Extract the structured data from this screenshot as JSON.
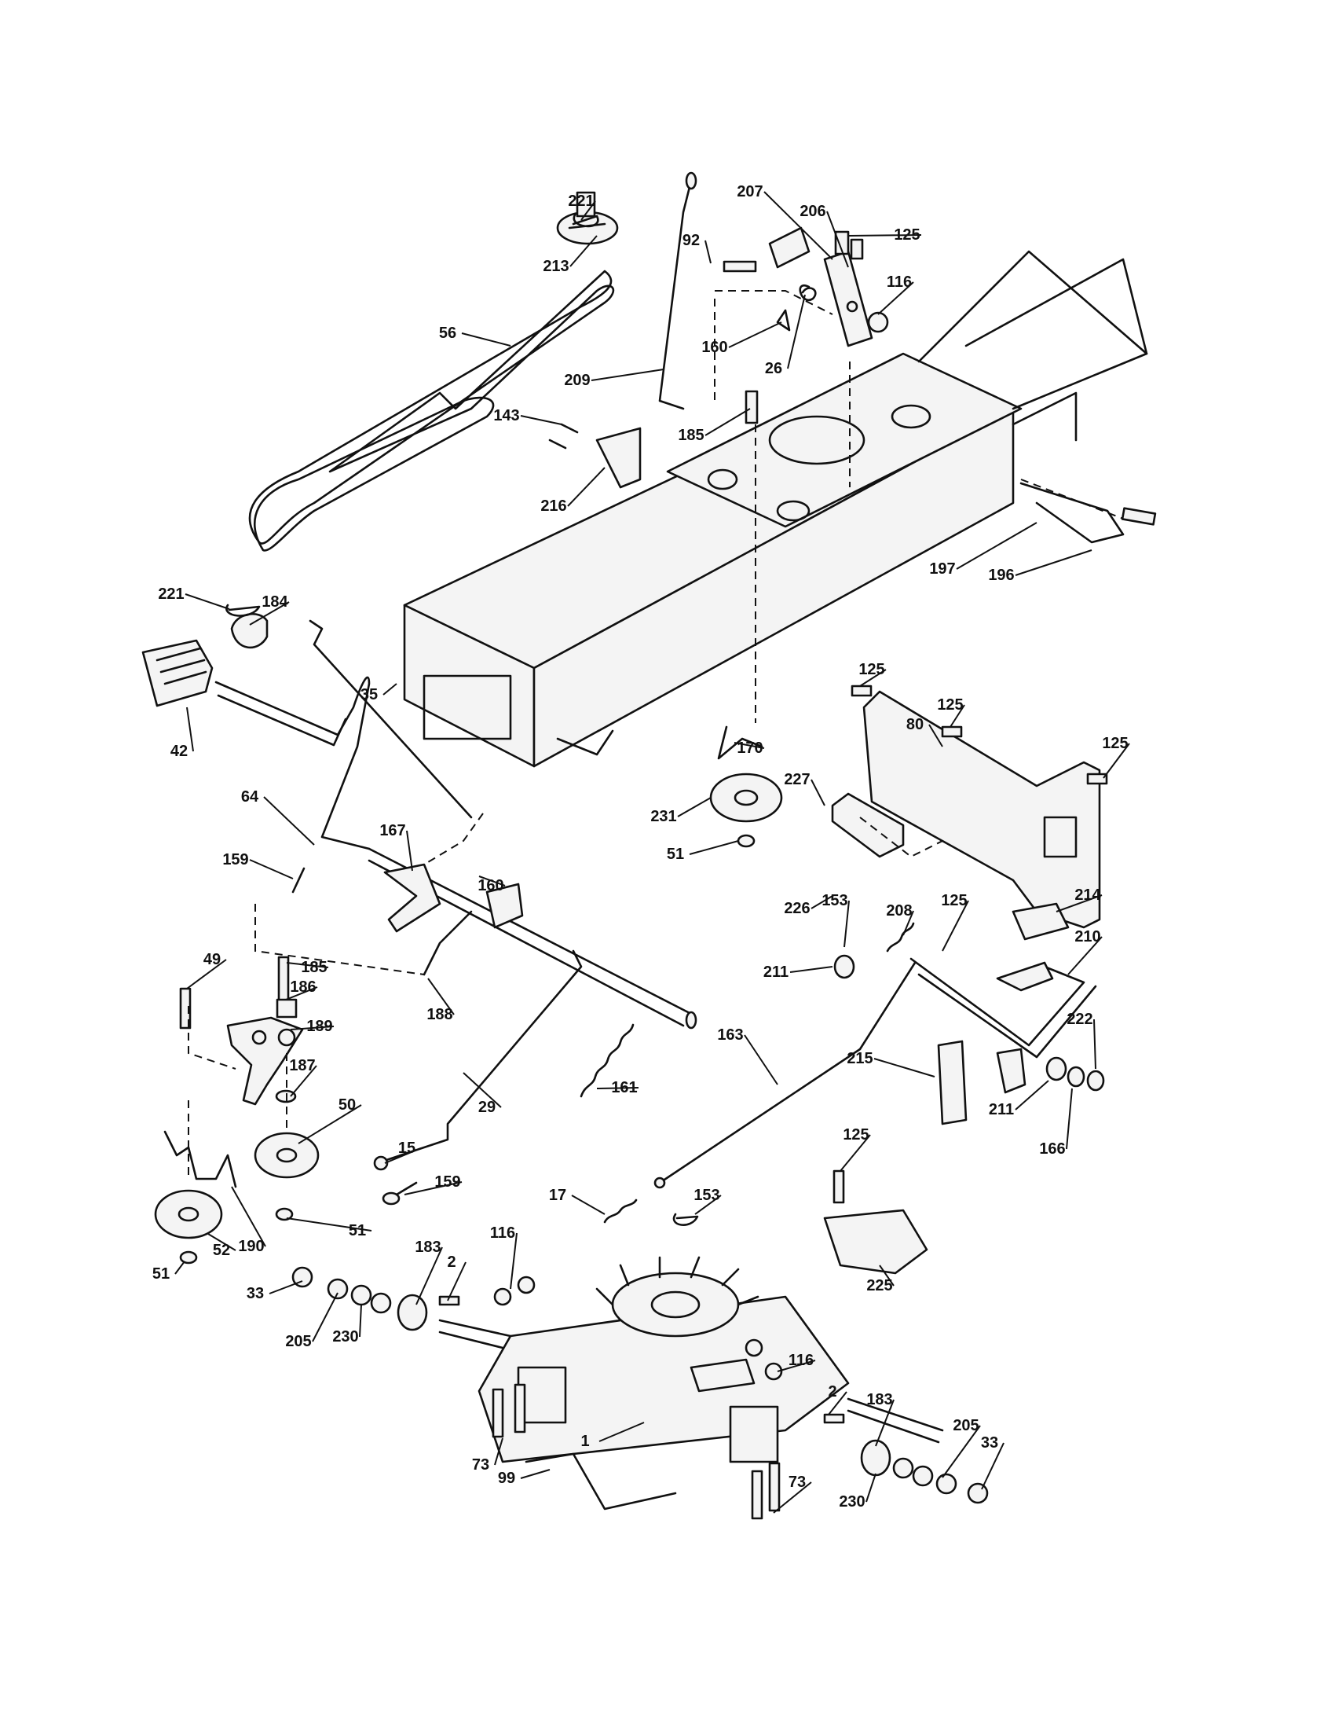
{
  "callouts": [
    {
      "id": "c1",
      "label": "221"
    },
    {
      "id": "c2",
      "label": "213"
    },
    {
      "id": "c3",
      "label": "56"
    },
    {
      "id": "c4",
      "label": "92"
    },
    {
      "id": "c5",
      "label": "207"
    },
    {
      "id": "c6",
      "label": "206"
    },
    {
      "id": "c7",
      "label": "125"
    },
    {
      "id": "c8",
      "label": "116"
    },
    {
      "id": "c9",
      "label": "160"
    },
    {
      "id": "c10",
      "label": "26"
    },
    {
      "id": "c11",
      "label": "209"
    },
    {
      "id": "c12",
      "label": "143"
    },
    {
      "id": "c13",
      "label": "185"
    },
    {
      "id": "c14",
      "label": "216"
    },
    {
      "id": "c15",
      "label": "197"
    },
    {
      "id": "c16",
      "label": "196"
    },
    {
      "id": "c17",
      "label": "221"
    },
    {
      "id": "c18",
      "label": "184"
    },
    {
      "id": "c19",
      "label": "35"
    },
    {
      "id": "c20",
      "label": "42"
    },
    {
      "id": "c21",
      "label": "125"
    },
    {
      "id": "c22",
      "label": "125"
    },
    {
      "id": "c23",
      "label": "80"
    },
    {
      "id": "c24",
      "label": "125"
    },
    {
      "id": "c25",
      "label": "170"
    },
    {
      "id": "c26",
      "label": "227"
    },
    {
      "id": "c27",
      "label": "231"
    },
    {
      "id": "c28",
      "label": "64"
    },
    {
      "id": "c29",
      "label": "167"
    },
    {
      "id": "c30",
      "label": "160"
    },
    {
      "id": "c31",
      "label": "51"
    },
    {
      "id": "c32",
      "label": "226"
    },
    {
      "id": "c33",
      "label": "159"
    },
    {
      "id": "c34",
      "label": "49"
    },
    {
      "id": "c35",
      "label": "185"
    },
    {
      "id": "c36",
      "label": "186"
    },
    {
      "id": "c37",
      "label": "188"
    },
    {
      "id": "c38",
      "label": "189"
    },
    {
      "id": "c39",
      "label": "187"
    },
    {
      "id": "c40",
      "label": "153"
    },
    {
      "id": "c41",
      "label": "208"
    },
    {
      "id": "c42",
      "label": "125"
    },
    {
      "id": "c43",
      "label": "214"
    },
    {
      "id": "c44",
      "label": "210"
    },
    {
      "id": "c45",
      "label": "211"
    },
    {
      "id": "c46",
      "label": "222"
    },
    {
      "id": "c47",
      "label": "163"
    },
    {
      "id": "c48",
      "label": "161"
    },
    {
      "id": "c49",
      "label": "215"
    },
    {
      "id": "c50",
      "label": "211"
    },
    {
      "id": "c51",
      "label": "166"
    },
    {
      "id": "c52",
      "label": "50"
    },
    {
      "id": "c53",
      "label": "29"
    },
    {
      "id": "c54",
      "label": "15"
    },
    {
      "id": "c55",
      "label": "159"
    },
    {
      "id": "c56",
      "label": "125"
    },
    {
      "id": "c57",
      "label": "17"
    },
    {
      "id": "c58",
      "label": "153"
    },
    {
      "id": "c59",
      "label": "190"
    },
    {
      "id": "c60",
      "label": "51"
    },
    {
      "id": "c61",
      "label": "51"
    },
    {
      "id": "c62",
      "label": "52"
    },
    {
      "id": "c63",
      "label": "183"
    },
    {
      "id": "c64",
      "label": "116"
    },
    {
      "id": "c65",
      "label": "2"
    },
    {
      "id": "c66",
      "label": "225"
    },
    {
      "id": "c67",
      "label": "33"
    },
    {
      "id": "c68",
      "label": "205"
    },
    {
      "id": "c69",
      "label": "230"
    },
    {
      "id": "c70",
      "label": "116"
    },
    {
      "id": "c71",
      "label": "2"
    },
    {
      "id": "c72",
      "label": "183"
    },
    {
      "id": "c73",
      "label": "73"
    },
    {
      "id": "c74",
      "label": "1"
    },
    {
      "id": "c75",
      "label": "205"
    },
    {
      "id": "c76",
      "label": "33"
    },
    {
      "id": "c77",
      "label": "99"
    },
    {
      "id": "c78",
      "label": "73"
    },
    {
      "id": "c79",
      "label": "230"
    }
  ]
}
